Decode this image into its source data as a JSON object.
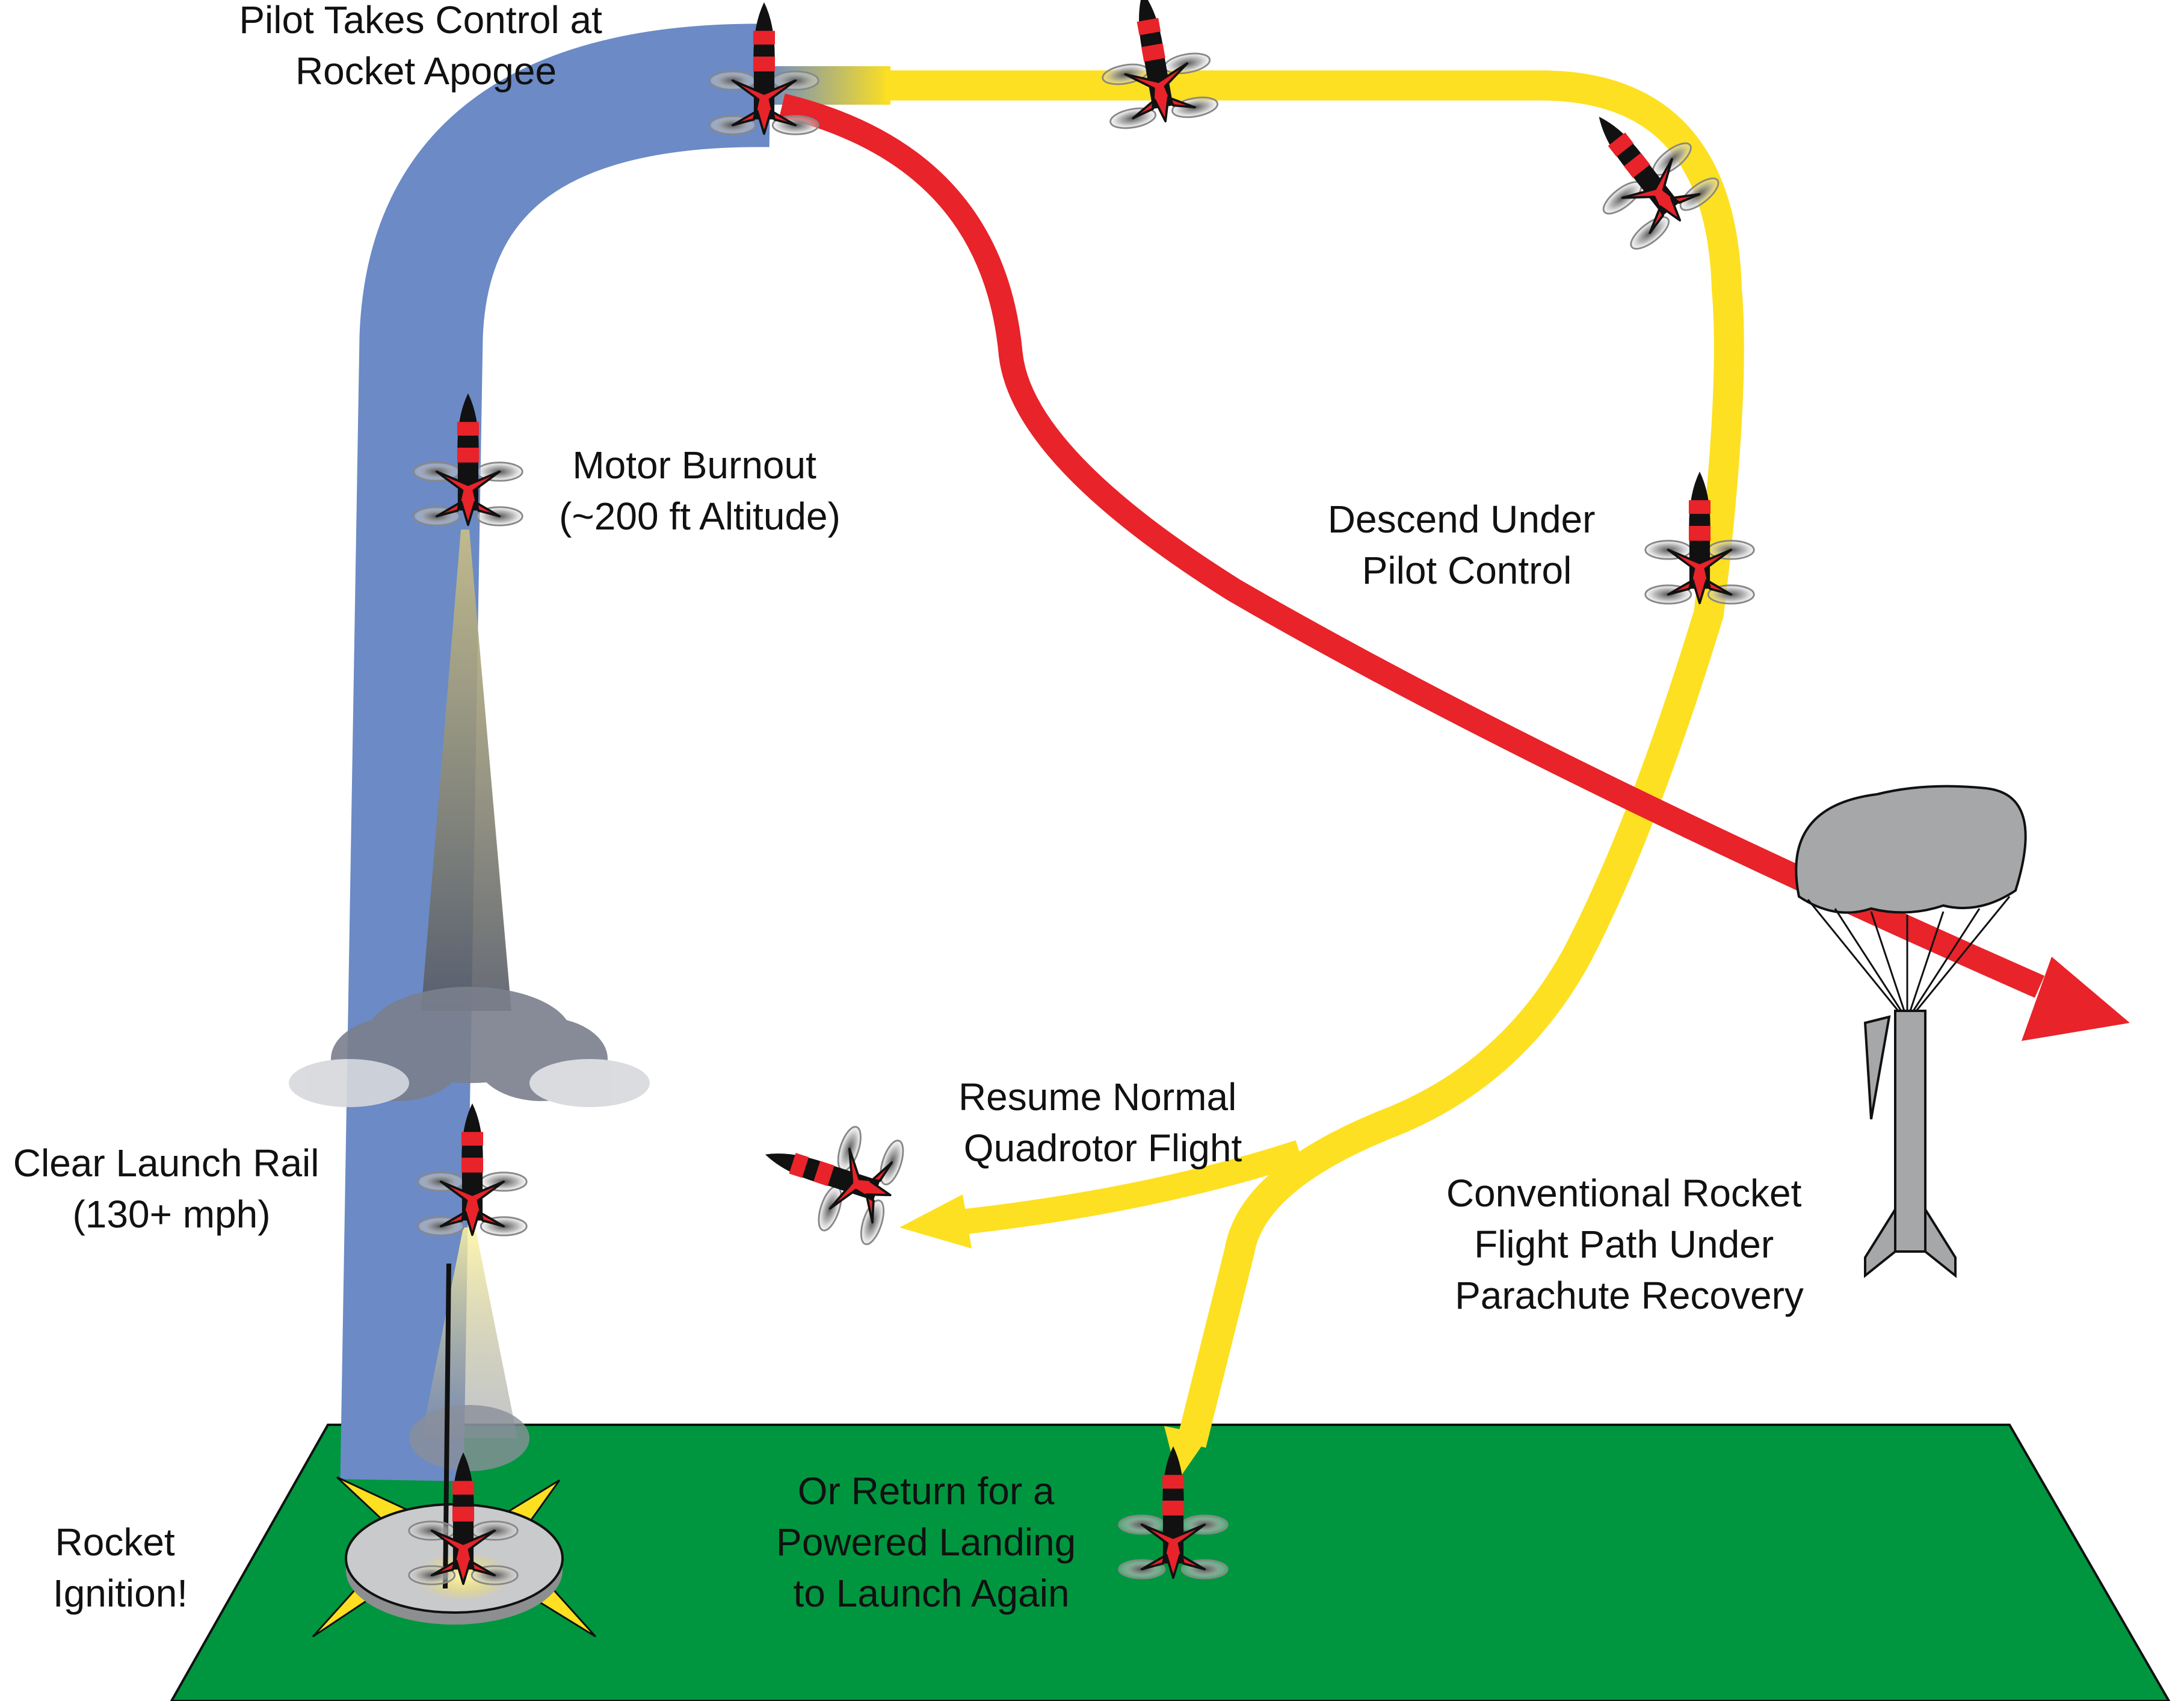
{
  "labels": {
    "apogee": [
      "Pilot Takes Control at",
      "Rocket Apogee"
    ],
    "burnout": [
      "Motor Burnout",
      "(~200 ft Altitude)"
    ],
    "descend": [
      "Descend Under",
      "Pilot Control"
    ],
    "clear_rail": [
      "Clear Launch Rail",
      "(130+ mph)"
    ],
    "resume": [
      "Resume Normal",
      "Quadrotor Flight"
    ],
    "conventional": [
      "Conventional Rocket",
      "Flight Path Under",
      "Parachute Recovery"
    ],
    "return": [
      "Or Return for a",
      "Powered Landing",
      "to Launch Again"
    ],
    "ignition": [
      "Rocket",
      "Ignition!"
    ]
  },
  "colors": {
    "ascent_path": "#6b8ac6",
    "pilot_path": "#fde021",
    "conventional_path": "#e8232a",
    "ground": "#00963f",
    "rocket_body": "#111111",
    "rocket_accent": "#e8232a",
    "parachute": "#a6a7a9",
    "launch_pad": "#c9cacb"
  },
  "icons": {
    "rocket": "quadrotor-rocket-icon",
    "parachute": "parachute-icon",
    "smoke": "smoke-cloud-icon",
    "pad": "launch-pad-icon"
  }
}
